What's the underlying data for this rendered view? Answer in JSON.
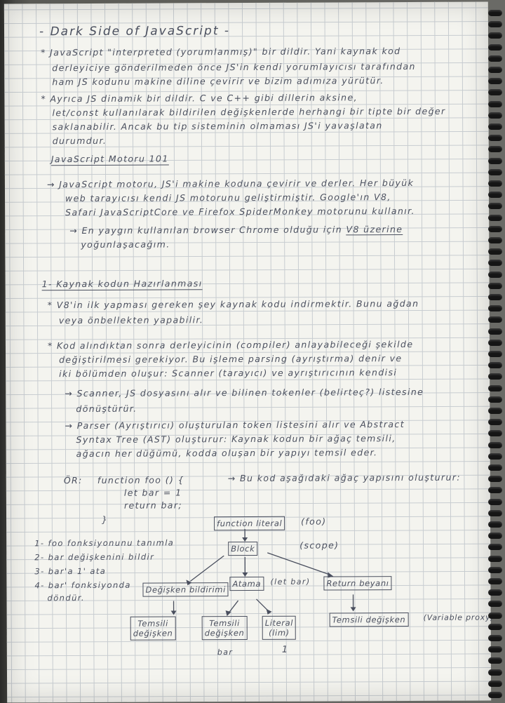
{
  "notes": {
    "title": "- Dark Side of JavaScript -",
    "p1": [
      "* JavaScript \"interpreted (yorumlanmış)\" bir dildir. Yani kaynak kod",
      "derleyiciye gönderilmeden önce JS'in kendi yorumlayıcısı tarafından",
      "ham JS kodunu makine diline çevirir ve bizim adımıza yürütür."
    ],
    "p2": [
      "* Ayrıca JS dinamik bir dildir. C ve C++ gibi dillerin aksine,",
      "let/const kullanılarak bildirilen değişkenlerde herhangi bir tipte bir değer",
      "saklanabilir. Ancak bu tip sisteminin olmaması JS'i yavaşlatan",
      "durumdur."
    ],
    "h1": "JavaScript Motoru 101",
    "p3": [
      "→ JavaScript motoru, JS'i makine koduna çevirir ve derler. Her büyük",
      "web tarayıcısı kendi JS motorunu geliştirmiştir. Google'ın V8,",
      "Safari JavaScriptCore ve Firefox SpiderMonkey motorunu kullanır."
    ],
    "p4": [
      "→ En yaygın kullanılan browser Chrome olduğu için V8 üzerine",
      "yoğunlaşacağım."
    ],
    "p4_underlined": "V8 üzerine",
    "h2": "1- Kaynak kodun Hazırlanması",
    "p5": [
      "* V8'in ilk yapması gereken şey kaynak kodu indirmektir. Bunu ağdan",
      "veya önbellekten yapabilir."
    ],
    "p6": [
      "* Kod alındıktan sonra derleyicinin (compiler) anlayabileceği şekilde",
      "değiştirilmesi gerekiyor. Bu işleme parsing (ayrıştırma) denir ve",
      "iki bölümden oluşur: Scanner (tarayıcı) ve ayrıştırıcının kendisi"
    ],
    "p7": [
      "→ Scanner, JS dosyasını alır ve bilinen tokenler (belirteç?) listesine",
      "dönüştürür."
    ],
    "p8": [
      "→ Parser (Ayrıştırıcı) oluşturulan token listesini alır ve Abstract",
      "Syntax Tree (AST) oluşturur: Kaynak kodun bir ağaç temsili,",
      "ağacın her düğümü, kodda oluşan bir yapıyı temsil eder."
    ],
    "example": {
      "label": "ÖR:",
      "code": [
        "function foo () {",
        "let bar = 1",
        "return bar;",
        "}"
      ],
      "note": "→ Bu kod aşağıdaki ağaç yapısını oluşturur:"
    },
    "steps": [
      "1- foo fonksiyonunu tanımla",
      "2- bar değişkenini bildir",
      "3- bar'a 1' ata",
      "4- bar' fonksiyonda",
      "döndür."
    ],
    "tree": {
      "root": "function literal",
      "root_note": "(foo)",
      "block": "Block",
      "block_note": "(scope)",
      "decl": "Değişken bildirimi",
      "assign": "Atama",
      "assign_note": "(let bar)",
      "ret": "Return beyanı",
      "leaf1": [
        "Temsili",
        "değişken"
      ],
      "leaf2": [
        "Temsili",
        "değişken"
      ],
      "leaf2_note": "bar",
      "leaf3": [
        "Literal",
        "(lim)"
      ],
      "leaf3_note": "1",
      "leaf4": "Temsili değişken",
      "leaf4_note": "(Variable proxy)"
    }
  }
}
